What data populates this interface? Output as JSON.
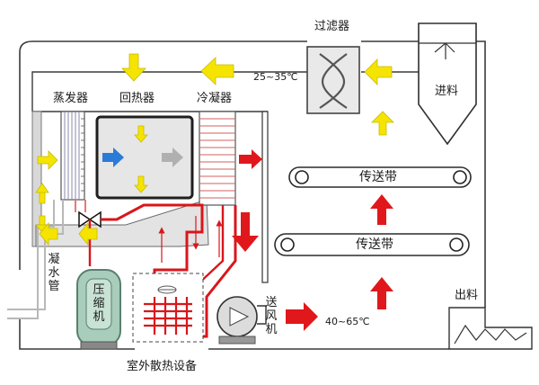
{
  "labels": {
    "filter": "过滤器",
    "evaporator": "蒸发器",
    "reheater": "回热器",
    "condenser": "冷凝器",
    "intake_temp": "25~35℃",
    "feed": "进料",
    "belt_upper": "传送带",
    "belt_lower": "传送带",
    "condensate": "凝水管",
    "compressor": "压缩机",
    "blower": "送风机",
    "outlet_temp": "40~65℃",
    "discharge": "出料",
    "outdoor_unit": "室外散热设备"
  },
  "colors": {
    "air_flow": "#f5e400",
    "air_flow_edge": "#c9bb00",
    "hot_flow": "#e0181b",
    "refrigerant_hot": "#d9161b",
    "refrigerant_cold": "#e87878",
    "cool_arrow": "#2a7bd8",
    "neutral_arrow": "#b0b0b0",
    "duct": "#3a3a3a",
    "panel_fill": "#e6e6e6",
    "compressor_body": "#a8cdbb"
  },
  "icons": [
    "fan-icon",
    "blower-fan-icon",
    "expansion-valve-icon",
    "pulley-icon"
  ]
}
